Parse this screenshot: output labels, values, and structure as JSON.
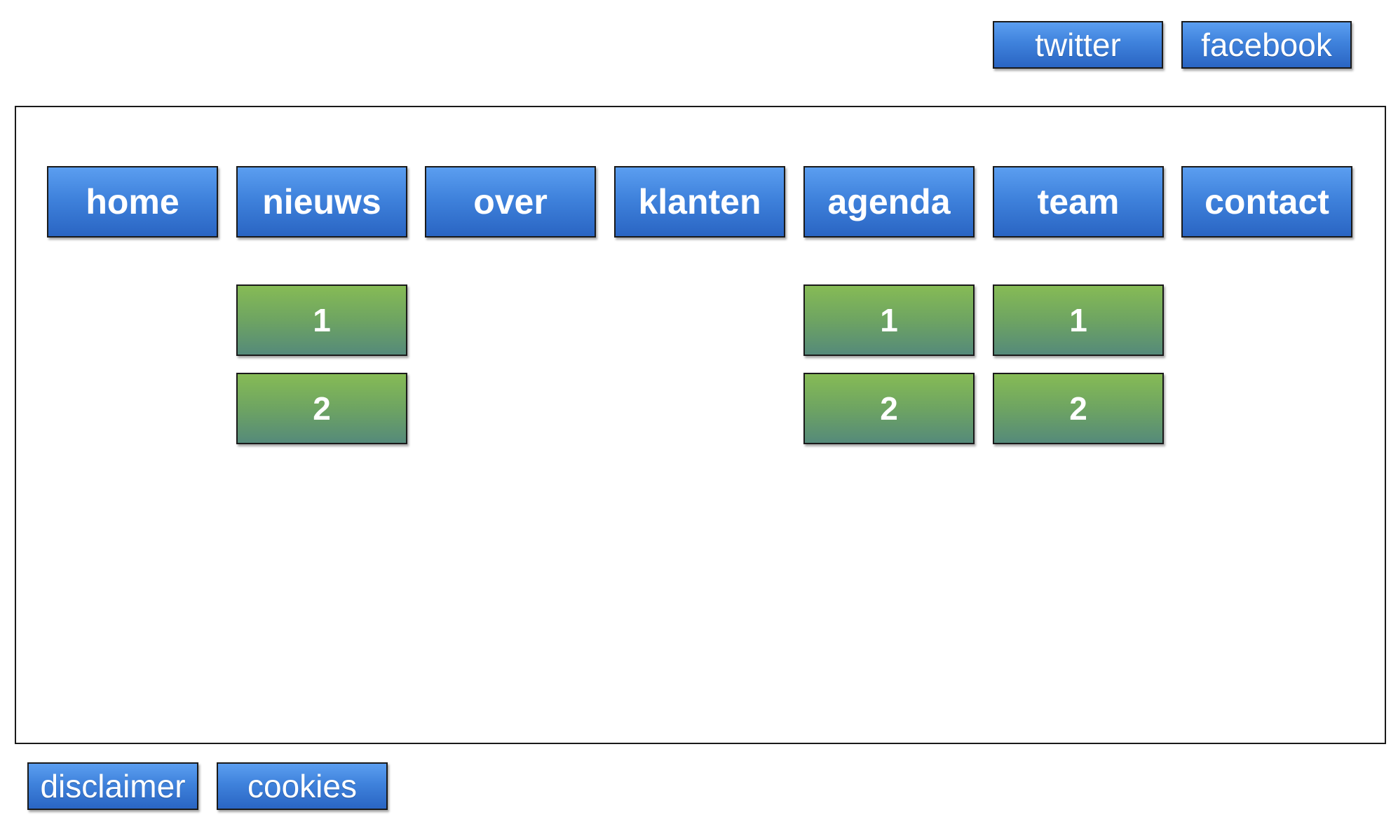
{
  "social": {
    "twitter_label": "twitter",
    "facebook_label": "facebook"
  },
  "nav": {
    "items": [
      {
        "label": "home"
      },
      {
        "label": "nieuws"
      },
      {
        "label": "over"
      },
      {
        "label": "klanten"
      },
      {
        "label": "agenda"
      },
      {
        "label": "team"
      },
      {
        "label": "contact"
      }
    ]
  },
  "submenus": {
    "nieuws": [
      "1",
      "2"
    ],
    "agenda": [
      "1",
      "2"
    ],
    "team": [
      "1",
      "2"
    ]
  },
  "footer": {
    "disclaimer_label": "disclaimer",
    "cookies_label": "cookies"
  },
  "colors": {
    "button_blue": "#3f82dc",
    "submenu_green": "#6ea462",
    "border": "#1a1a1a",
    "text": "#ffffff"
  }
}
